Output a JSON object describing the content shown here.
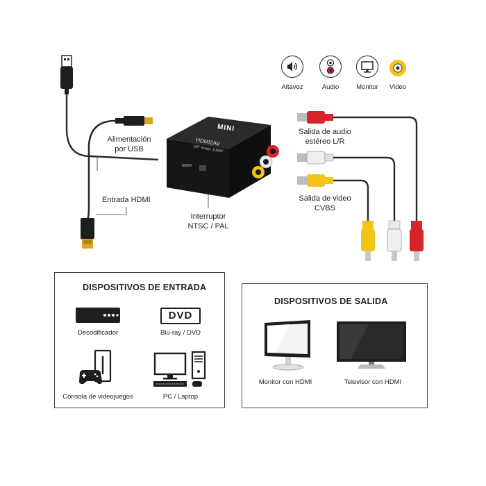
{
  "top_icons": [
    {
      "name": "speaker-icon",
      "label": "Altavoz"
    },
    {
      "name": "audio-rca-icon",
      "label": "Audio"
    },
    {
      "name": "monitor-icon",
      "label": "Monitor"
    },
    {
      "name": "video-rca-icon",
      "label": "Video"
    }
  ],
  "device": {
    "brand": "MINI",
    "model": "HDMI2AV",
    "subtitle": "U/P Scaler 1080P"
  },
  "labels": {
    "usb_power": "Alimentación\npor USB",
    "hdmi_input": "Entrada HDMI",
    "ntsc_pal": "Interruptor\nNTSC / PAL",
    "audio_out": "Salida de audio\nestéreo L/R",
    "video_out": "Salida de video\nCVBS"
  },
  "input_panel": {
    "title": "DISPOSITIVOS DE ENTRADA",
    "items": [
      {
        "name": "decoder-icon",
        "label": "Decodificador"
      },
      {
        "name": "bluray-dvd-icon",
        "label": "Blu-ray / DVD",
        "badge": "DVD"
      },
      {
        "name": "game-console-icon",
        "label": "Consola de videojuegos"
      },
      {
        "name": "pc-laptop-icon",
        "label": "PC / Laptop"
      }
    ]
  },
  "output_panel": {
    "title": "DISPOSITIVOS DE SALIDA",
    "items": [
      {
        "name": "hdmi-monitor-icon",
        "label": "Monitor con HDMI"
      },
      {
        "name": "hdmi-tv-icon",
        "label": "Televisor con HDMI"
      }
    ]
  },
  "colors": {
    "rca_red": "#d8232a",
    "rca_white": "#e9e9e9",
    "rca_yellow": "#f2c318",
    "cable": "#2a2a2a",
    "hdmi_gold": "#d9a520"
  }
}
